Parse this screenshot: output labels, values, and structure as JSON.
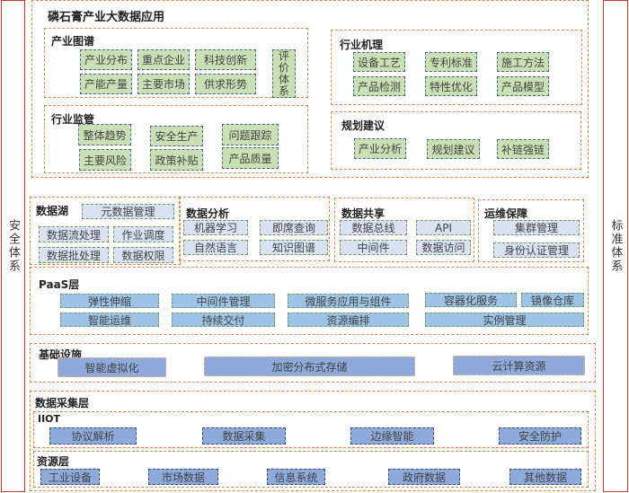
{
  "side_left": "安全体系",
  "side_right": "标准体系",
  "app_layer": {
    "title": "磷石膏产业大数据应用",
    "industry_map": {
      "title": "产业图谱",
      "items": [
        "产业分布",
        "重点企业",
        "科技创新",
        "产能产量",
        "主要市场",
        "供求形势"
      ],
      "eval": "评价体系"
    },
    "industry_mechanism": {
      "title": "行业机理",
      "items": [
        "设备工艺",
        "专利标准",
        "施工方法",
        "产品检测",
        "特性优化",
        "产品模型"
      ]
    },
    "industry_supervision": {
      "title": "行业监管",
      "items": [
        "整体趋势",
        "安全生产",
        "问题跟踪",
        "主要风险",
        "政策补贴",
        "产品质量"
      ]
    },
    "planning": {
      "title": "规划建议",
      "items": [
        "产业分析",
        "规划建议",
        "补链强链"
      ]
    }
  },
  "data_layer": {
    "data_lake": {
      "title": "数据湖",
      "items": [
        "元数据管理",
        "数据流处理",
        "作业调度",
        "数据批处理",
        "数据权限"
      ]
    },
    "data_analysis": {
      "title": "数据分析",
      "items": [
        "机器学习",
        "即席查询",
        "自然语言",
        "知识图谱"
      ]
    },
    "data_sharing": {
      "title": "数据共享",
      "items": [
        "数据总线",
        "API",
        "中间件",
        "数据访问"
      ]
    },
    "ops": {
      "title": "运维保障",
      "items": [
        "集群管理",
        "身份认证管理"
      ]
    }
  },
  "paas": {
    "title": "PaaS层",
    "items": [
      "弹性伸缩",
      "中间件管理",
      "微服务应用与组件",
      "容器化服务",
      "镜像仓库",
      "智能运维",
      "持续交付",
      "资源编排",
      "实例管理"
    ]
  },
  "infra": {
    "title": "基础设施",
    "items": [
      "智能虚拟化",
      "加密分布式存储",
      "云计算资源"
    ]
  },
  "collection": {
    "title": "数据采集层",
    "iiot": {
      "title": "IIOT",
      "items": [
        "协议解析",
        "数据采集",
        "边缘智能",
        "安全防护"
      ]
    },
    "resource": {
      "title": "资源层",
      "items": [
        "工业设备",
        "市场数据",
        "信息系统",
        "政府数据",
        "其他数据"
      ]
    }
  }
}
